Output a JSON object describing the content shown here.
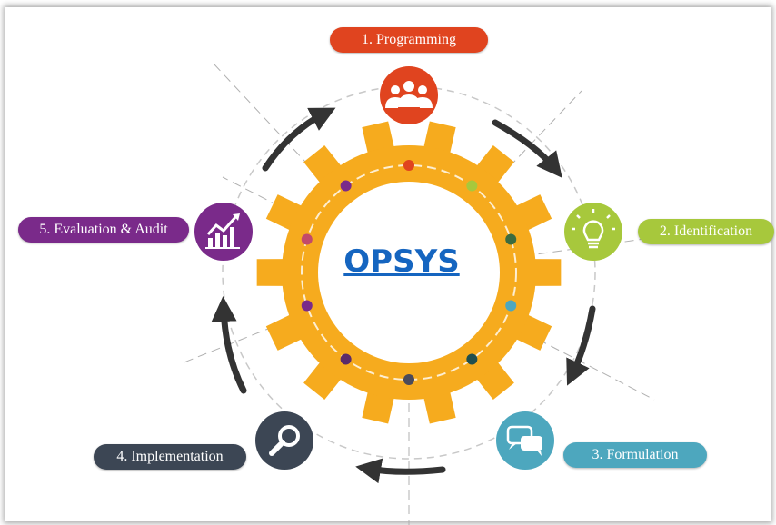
{
  "center": {
    "label": "OPSYS"
  },
  "steps": [
    {
      "label": "1. Programming",
      "color": "#e0441f",
      "icon": "people-icon"
    },
    {
      "label": "2. Identification",
      "color": "#a7c83c",
      "icon": "lightbulb-icon"
    },
    {
      "label": "3. Formulation",
      "color": "#4da7be",
      "icon": "chat-bubbles-icon"
    },
    {
      "label": "4. Implementation",
      "color": "#3c4654",
      "icon": "magnifier-icon"
    },
    {
      "label": "5. Evaluation & Audit",
      "color": "#7a2a8a",
      "icon": "chart-icon"
    }
  ],
  "gear_color": "#f6ab1e",
  "arrow_color": "#333333"
}
